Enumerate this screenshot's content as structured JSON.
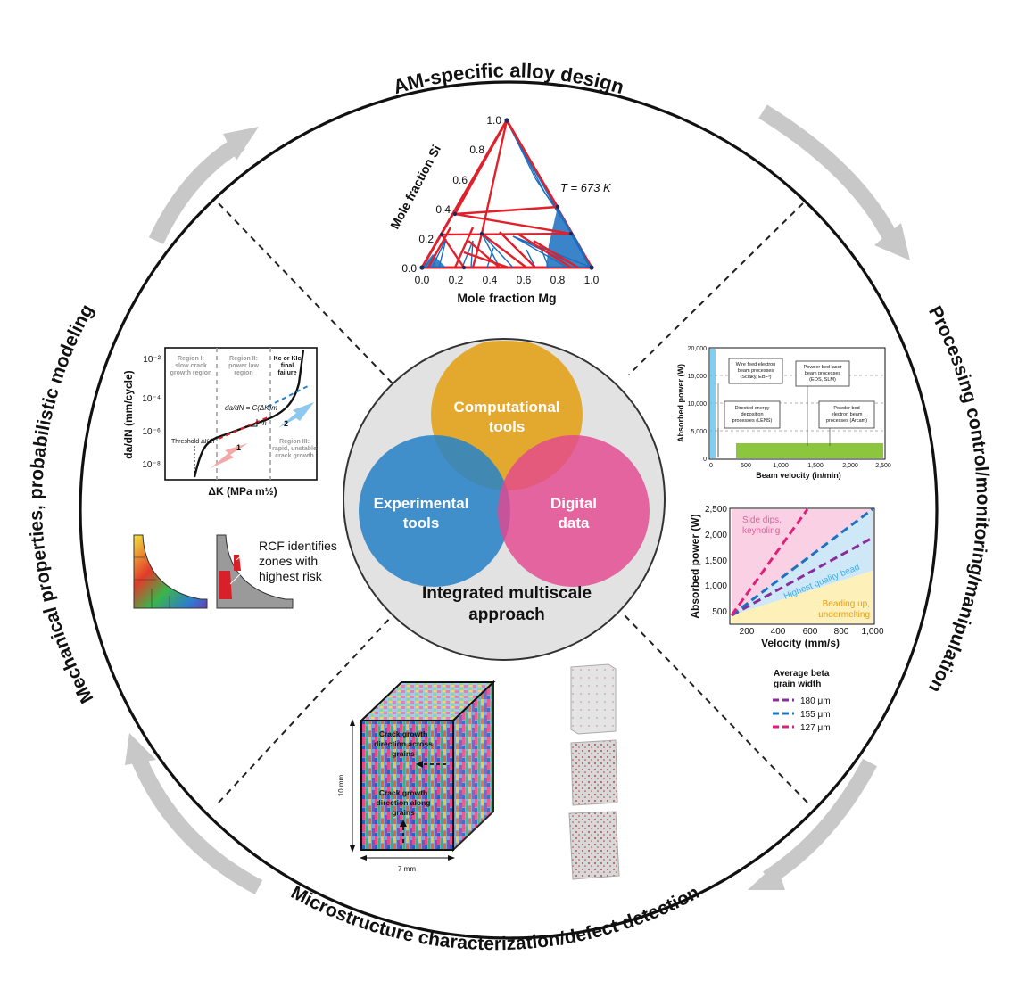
{
  "sections": {
    "top": "AM-specific alloy design",
    "right": "Processing control/monitoring/manipulation",
    "bottom": "Microstructure characterization/defect detection",
    "left": "Mechanical properties, probabilistic modeling"
  },
  "center": {
    "computational": [
      "Computational",
      "tools"
    ],
    "experimental": [
      "Experimental",
      "tools"
    ],
    "digital": [
      "Digital",
      "data"
    ],
    "caption": [
      "Integrated multiscale",
      "approach"
    ]
  },
  "colors": {
    "computational": "#e3a92f",
    "experimental": "#2a83c6",
    "digital": "#e3488f",
    "arrow": "#c8c8c8",
    "ternary_red": "#e0202a",
    "ternary_blue": "#1a6fc0"
  },
  "ternary": {
    "xlabel": "Mole fraction Mg",
    "ylabel": "Mole fraction Si",
    "temperature": "T = 673 K",
    "ticks": [
      "0.0",
      "0.2",
      "0.4",
      "0.6",
      "0.8",
      "1.0"
    ]
  },
  "fatigue": {
    "ylabel": "da/dN (mm/cycle)",
    "xlabel": "ΔK (MPa m½)",
    "y_ticks": [
      "10⁻²",
      "10⁻⁴",
      "10⁻⁶",
      "10⁻⁸"
    ],
    "region1": [
      "Region I:",
      "slow crack",
      "growth region"
    ],
    "region2": [
      "Region II:",
      "power law",
      "region"
    ],
    "final": [
      "Kc or KIc",
      "final",
      "failure"
    ],
    "region3": [
      "Region III:",
      "rapid, unstable",
      "crack growth"
    ],
    "equation": "da/dN = C(ΔK)m",
    "slope": "m",
    "threshold": "Threshold ΔKth",
    "arrow1": "1",
    "arrow2": "2"
  },
  "rcf": [
    "RCF identifies",
    "zones with",
    "highest risk"
  ],
  "beam": {
    "ylabel": "Absorbed power (W)",
    "xlabel": "Beam velocity (in/min)",
    "y_ticks": [
      "20,000",
      "15,000",
      "10,000",
      "5,000",
      "0"
    ],
    "x_ticks": [
      "0",
      "500",
      "1,000",
      "1,500",
      "2,000",
      "2,500"
    ],
    "box1": [
      "Wire feed electron",
      "beam processes",
      "(Sciaky, EBF³)"
    ],
    "box2": [
      "Powder bed laser",
      "beam processes",
      "(EOS, SLM)"
    ],
    "box3": [
      "Directed energy",
      "deposition",
      "processes (LENS)"
    ],
    "box4": [
      "Powder bed",
      "electron beam",
      "processes (Arcam)"
    ]
  },
  "velocity": {
    "ylabel": "Absorbed power (W)",
    "xlabel": "Velocity (mm/s)",
    "y_ticks": [
      "2,500",
      "2,000",
      "1,500",
      "1,000",
      "500"
    ],
    "x_ticks": [
      "200",
      "400",
      "600",
      "800",
      "1,000"
    ],
    "region_top": [
      "Side dips,",
      "keyholing"
    ],
    "region_mid": "Highest quality bead",
    "region_bottom": [
      "Beading up,",
      "undermelting"
    ],
    "legend_title": [
      "Average beta",
      "grain width"
    ],
    "legend": [
      "180 μm",
      "155 μm",
      "127 μm"
    ],
    "legend_colors": [
      "#8a2c9a",
      "#1f72c0",
      "#e01f7a"
    ]
  },
  "cube": {
    "label1": [
      "Crack growth",
      "direction across",
      "grains"
    ],
    "label2": [
      "Crack growth",
      "direction along",
      "grains"
    ],
    "height": "10 mm",
    "width": "7 mm"
  }
}
